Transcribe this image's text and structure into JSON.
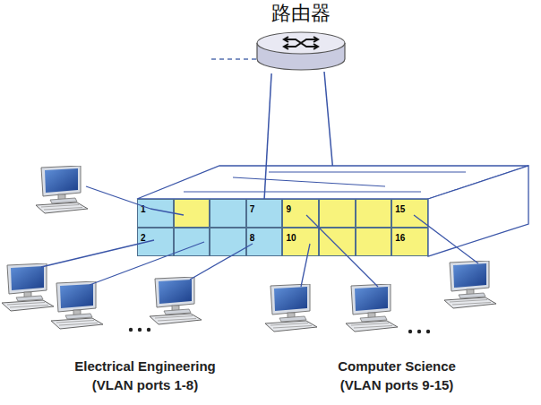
{
  "diagram": {
    "nodes": [
      {
        "text": [
          "路由器"
        ]
      },
      {
        "text": [
          "1"
        ]
      },
      {
        "text": [
          "7"
        ]
      },
      {
        "text": [
          "9"
        ]
      },
      {
        "text": [
          "15"
        ]
      },
      {
        "text": [
          "2"
        ]
      },
      {
        "text": [
          "8"
        ]
      },
      {
        "text": [
          "10"
        ]
      },
      {
        "text": [
          "16"
        ]
      }
    ],
    "edges": [
      {
        "from": 0,
        "to": 2,
        "arrow": "none"
      }
    ],
    "labels": [
      "Electrical Engineering",
      "(VLAN ports 1-8)",
      "Computer Science",
      "(VLAN ports 9-15)"
    ]
  }
}
